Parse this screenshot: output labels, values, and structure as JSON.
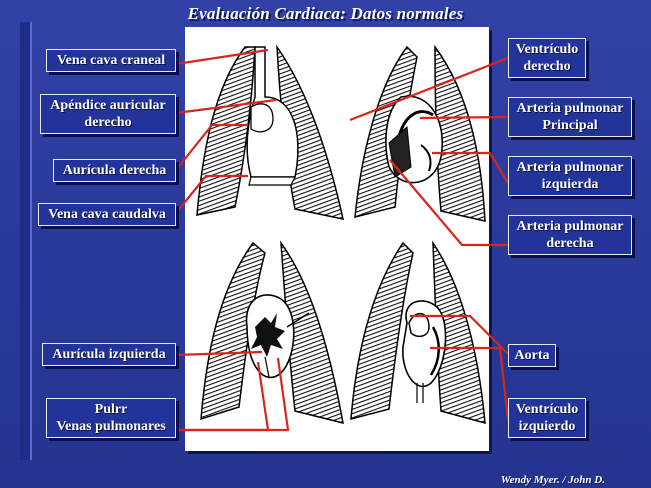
{
  "title": "Evaluación Cardiaca: Datos normales",
  "credit": "Wendy Myer. /  John D.",
  "labels": {
    "vena_cava_craneal": "Vena cava craneal",
    "apendice_l1": "Apéndice auricular",
    "apendice_l2": "derecho",
    "auricula_derecha": "Aurícula derecha",
    "vena_cava_caudal": "Vena cava caudalva",
    "auricula_izquierda": "Aurícula izquierda",
    "venas_l1": "Pulrr",
    "venas_l2": "Venas pulmonares",
    "ventriculo_derecho_l1": "Ventrículo",
    "ventriculo_derecho_l2": "derecho",
    "arteria_principal_l1": "Arteria pulmonar",
    "arteria_principal_l2": "Principal",
    "arteria_izquierda_l1": "Arteria pulmonar",
    "arteria_izquierda_l2": "izquierda",
    "arteria_derecha_l1": "Arteria pulmonar",
    "arteria_derecha_l2": "derecha",
    "aorta": "Aorta",
    "ventriculo_izquierdo_l1": "Ventrículo",
    "ventriculo_izquierdo_l2": "izquierdo"
  },
  "colors": {
    "background": "#2b3a9c",
    "leader_line": "#d8261c",
    "label_fill": "#22339a"
  }
}
